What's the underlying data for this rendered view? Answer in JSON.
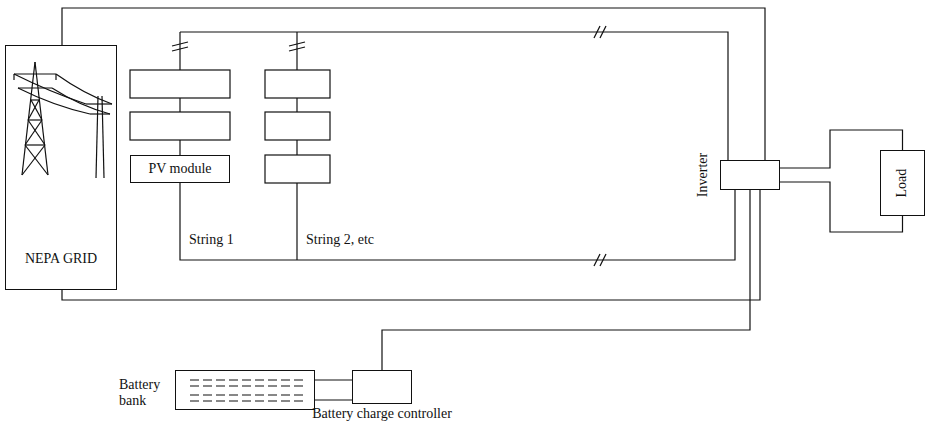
{
  "diagram": {
    "nodes": [
      {
        "text": [
          "NEPA GRID"
        ]
      },
      {
        "text": [
          "PV module"
        ]
      },
      {
        "text": [
          "Inverter"
        ]
      },
      {
        "text": [
          "Load"
        ]
      },
      {
        "text": [
          "Battery bank"
        ]
      },
      {
        "text": [
          "Battery charge controller"
        ]
      }
    ],
    "edges": [
      {
        "from": 0,
        "to": 2,
        "arrow": "none"
      },
      {
        "from": 0,
        "to": 2,
        "arrow": "none"
      },
      {
        "from": 1,
        "to": 2,
        "arrow": "none"
      },
      {
        "from": 2,
        "to": 3,
        "arrow": "none"
      },
      {
        "from": 2,
        "to": 3,
        "arrow": "none"
      },
      {
        "from": 4,
        "to": 5,
        "arrow": "none"
      },
      {
        "from": 4,
        "to": 5,
        "arrow": "none"
      },
      {
        "from": 5,
        "to": 2,
        "arrow": "none"
      }
    ],
    "labels": [
      "String 1",
      "String 2, etc"
    ]
  }
}
